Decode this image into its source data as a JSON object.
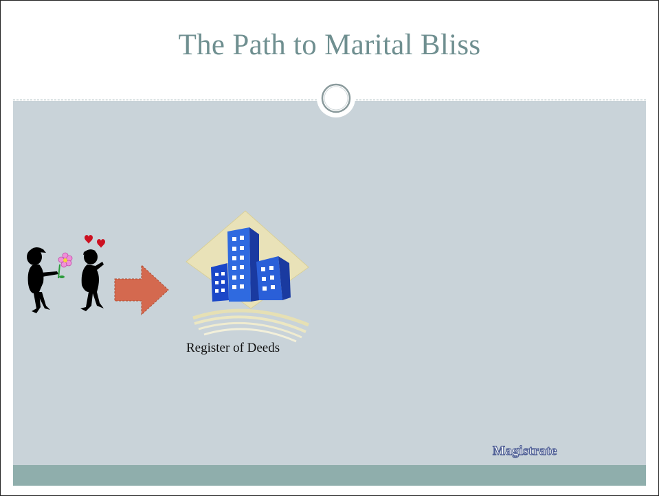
{
  "slide": {
    "title": "The Path to Marital Bliss",
    "register_label": "Register of  Deeds",
    "magistrate_label": "Magistrate"
  },
  "colors": {
    "title_text": "#6f8f90",
    "content_background": "#c9d3d9",
    "footer_band": "#8faeac",
    "arrow_fill": "#d4694f",
    "heart": "#cc1020",
    "magistrate_text_outline": "#4f5f96"
  },
  "icons": [
    "courting-couple-icon",
    "building-icon",
    "wedding-couple-icon",
    "minister-at-pulpit-icon",
    "magistrate-figure-icon",
    "right-arrow-icon",
    "fork-arrow-icon",
    "slide-medallion-icon"
  ]
}
